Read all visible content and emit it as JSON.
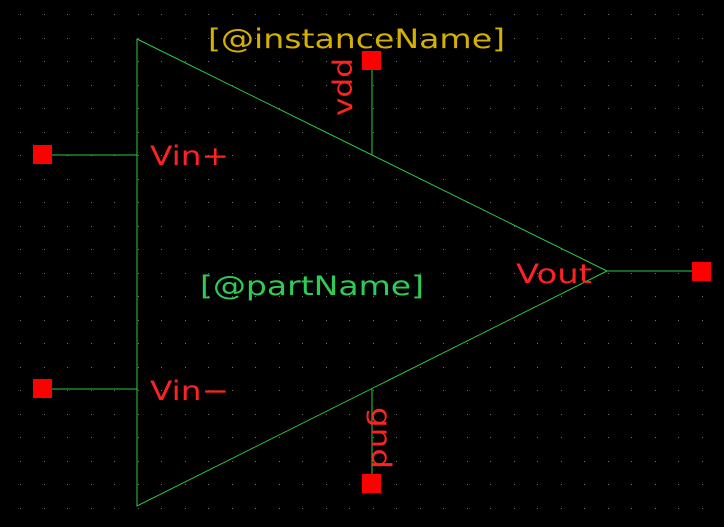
{
  "window": {
    "background": "#000000"
  },
  "colors": {
    "grid_dot": "#6f6f6f",
    "wire": "#2ecc40",
    "pin": "#ff0000",
    "pin_label": "#ff2222",
    "instance_label": "#d4b000",
    "part_label": "#2ecc55"
  },
  "symbol": {
    "type": "op-amp",
    "instance_name": "[@instanceName]",
    "part_name": "[@partName]"
  },
  "pins": {
    "vin_plus": {
      "label": "Vin+"
    },
    "vin_minus": {
      "label": "Vin−"
    },
    "vout": {
      "label": "Vout"
    },
    "vdd": {
      "label": "vdd"
    },
    "gnd": {
      "label": "gnd"
    }
  }
}
